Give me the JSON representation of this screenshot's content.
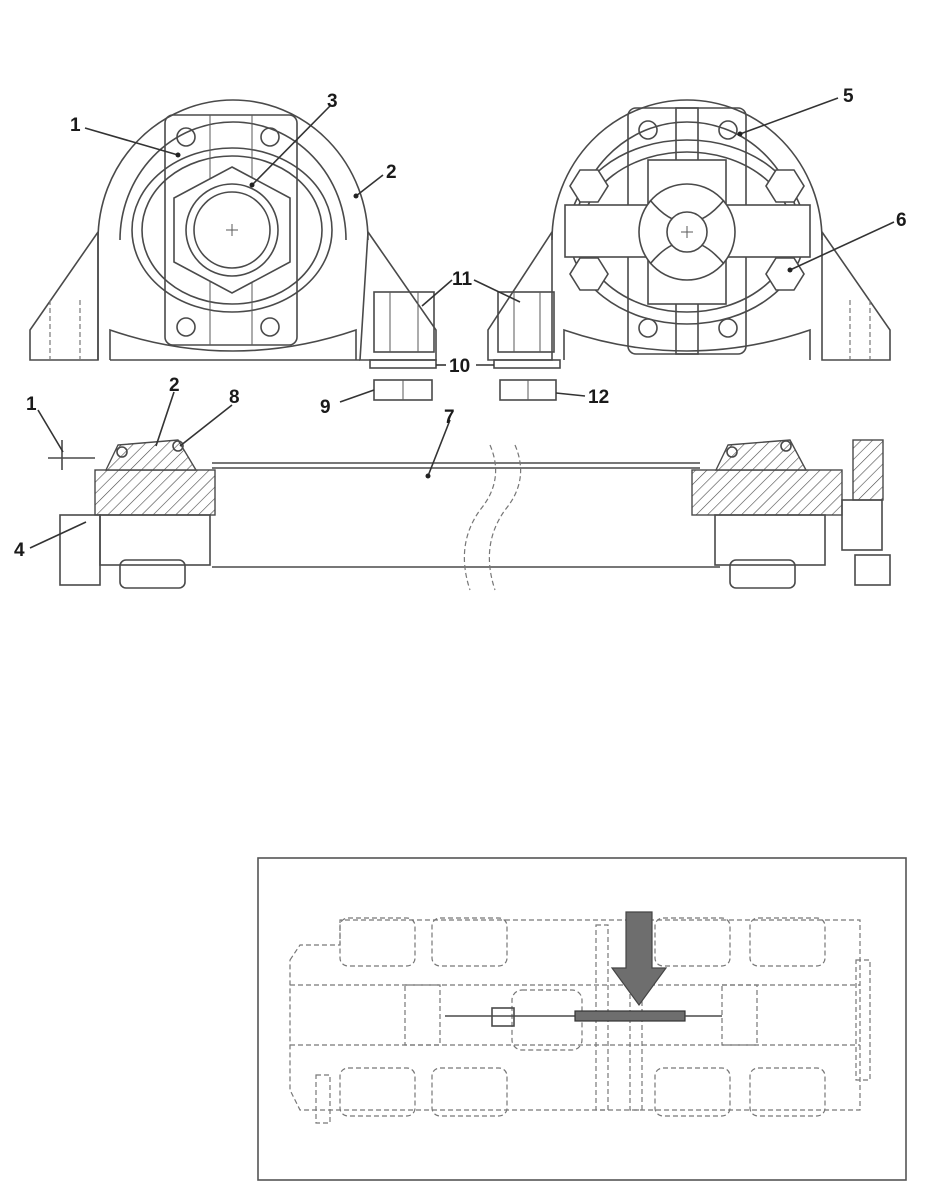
{
  "callouts": {
    "c1_top": "1",
    "c2_top": "2",
    "c3": "3",
    "c5": "5",
    "c6": "6",
    "c11": "11",
    "c10": "10",
    "c9": "9",
    "c12": "12",
    "c1_side": "1",
    "c2_side": "2",
    "c8": "8",
    "c7": "7",
    "c4": "4"
  },
  "colors": {
    "line": "#4a4a4a",
    "highlight_arrow": "#6e6e6e",
    "background": "#ffffff"
  }
}
